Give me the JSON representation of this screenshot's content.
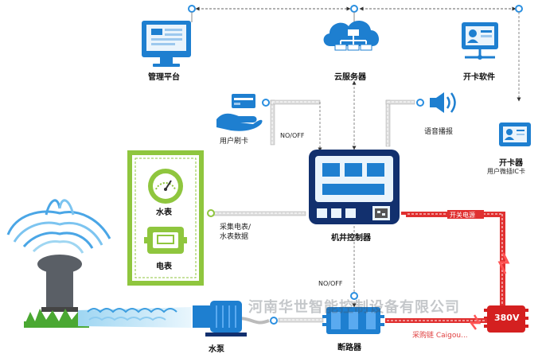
{
  "nodes": {
    "management": "管理平台",
    "cloud": "云服务器",
    "card_software": "开卡软件",
    "card_reader": "开卡器",
    "card_reader_sub": "用户微插IC卡",
    "user_card": "用户刷卡",
    "voice": "语音播报",
    "controller": "机井控制器",
    "water_meter": "水表",
    "electric_meter": "电表",
    "pump": "水泵",
    "breaker": "断路器",
    "power": "380V"
  },
  "edge_labels": {
    "card_signal": "NO/OFF",
    "breaker_signal": "NO/OFF",
    "meter_data": "采集电表/\n水表数据",
    "switch_power": "开关电源"
  },
  "watermark": {
    "company": "河南华世智能控制设备有限公司",
    "site": "采购链 Caigou..."
  },
  "colors": {
    "screen_blue": "#1e7fd0",
    "controller_navy": "#12306e",
    "meter_green": "#8fc63e",
    "power_red": "#e03030",
    "dash_gray": "#9a9a9a",
    "node_blue": "#2b8fe0"
  }
}
